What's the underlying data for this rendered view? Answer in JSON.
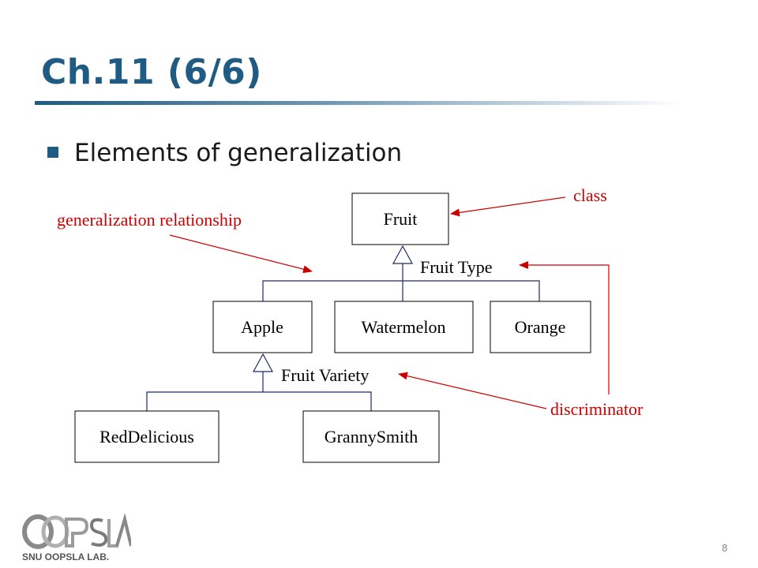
{
  "slide": {
    "title": "Ch.11 (6/6)",
    "bullet": "Elements of generalization",
    "page_number": "8"
  },
  "diagram": {
    "classes": {
      "root": "Fruit",
      "level1": [
        "Apple",
        "Watermelon",
        "Orange"
      ],
      "level2": [
        "RedDelicious",
        "GrannySmith"
      ]
    },
    "discriminators": [
      "Fruit Type",
      "Fruit Variety"
    ],
    "annotations": {
      "class": "class",
      "generalization": "generalization relationship",
      "discriminator": "discriminator"
    },
    "colors": {
      "title": "#1f5b83",
      "annotation": "#cc0000",
      "tree_line": "#1f2a66"
    }
  },
  "logo": {
    "wordmark": "OOPSLA",
    "caption": "SNU OOPSLA LAB."
  }
}
